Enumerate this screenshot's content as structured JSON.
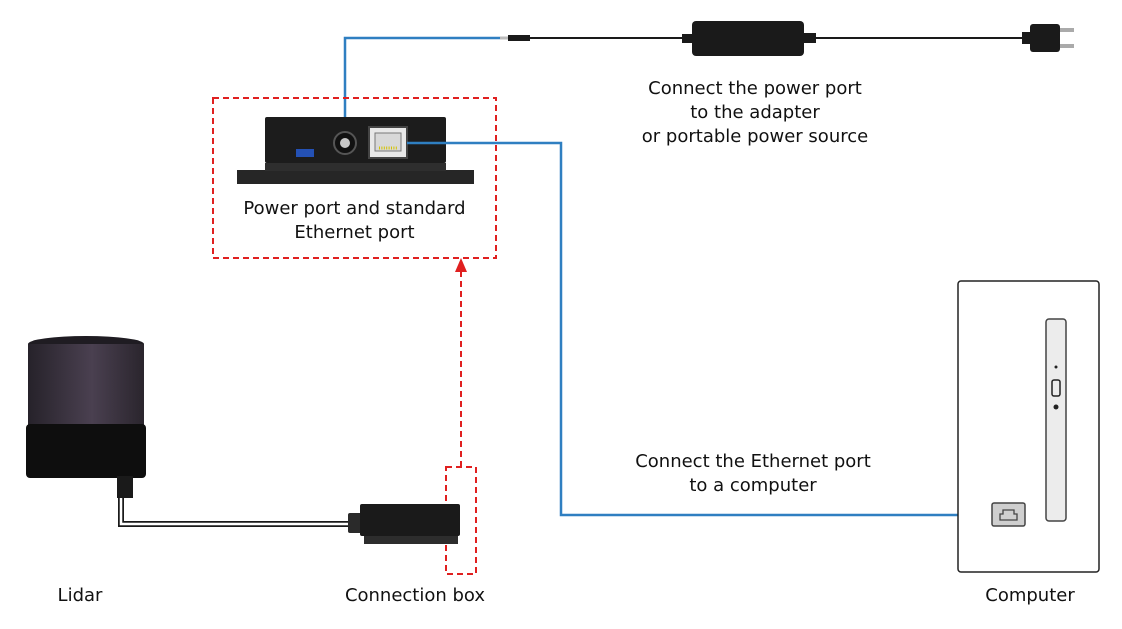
{
  "labels": {
    "power_instruction": [
      "Connect the power port",
      "to the adapter",
      "or portable power source"
    ],
    "ports_caption": [
      "Power port and standard",
      "Ethernet port"
    ],
    "ethernet_instruction": [
      "Connect the Ethernet port",
      "to a computer"
    ],
    "lidar": "Lidar",
    "connection_box": "Connection box",
    "computer": "Computer"
  },
  "colors": {
    "cable_blue": "#2f7fc1",
    "highlight_red": "#e02020",
    "device_black": "#1a1a1a",
    "lidar_top": "#3b3540"
  }
}
